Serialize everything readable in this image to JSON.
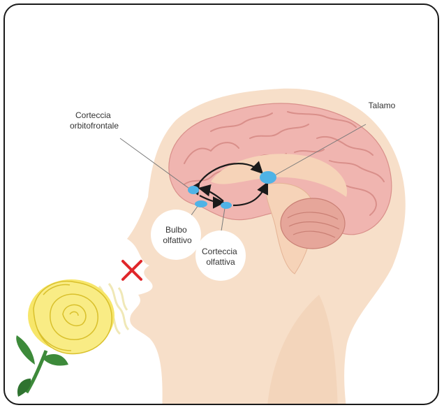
{
  "labels": {
    "orbitofrontal_line1": "Corteccia",
    "orbitofrontal_line2": "orbitofrontale",
    "thalamus": "Talamo",
    "olfactory_bulb_line1": "Bulbo",
    "olfactory_bulb_line2": "olfattivo",
    "olfactory_cortex_line1": "Corteccia",
    "olfactory_cortex_line2": "olfattiva"
  },
  "icons": {
    "blocked_smell": "red-x-icon",
    "flower": "yellow-rose",
    "head": "head-silhouette",
    "brain": "brain-cross-section"
  },
  "colors": {
    "skin": "#f7dfc9",
    "skin_dark": "#f1ccae",
    "brain": "#f0b5b0",
    "brain_fold": "#d98f8a",
    "brain_inner": "#f6d3b8",
    "cerebellum": "#e6a69a",
    "node": "#4fb3e6",
    "arrow": "#1a1a1a",
    "x_mark": "#e0262a",
    "rose": "#f7e66a",
    "rose_dark": "#d9c02c",
    "leaf": "#3d8a3a"
  }
}
